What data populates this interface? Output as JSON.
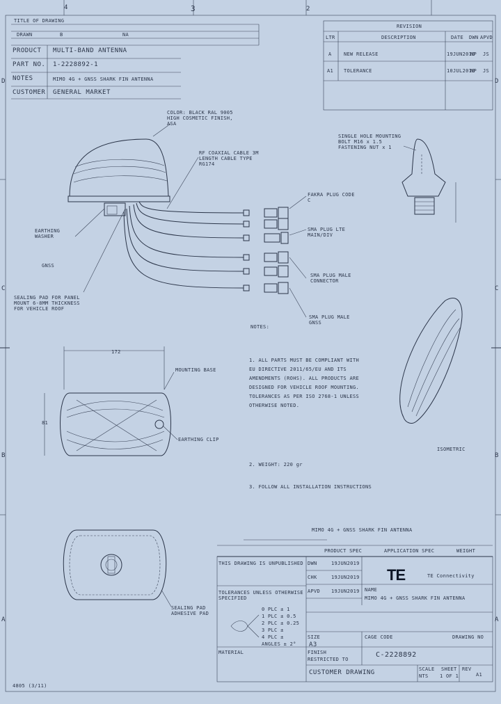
{
  "header_block": {
    "row1": "TITLE OF DRAWING",
    "row2_a": "DRAWN",
    "row2_b": "B",
    "row2_c": "NA",
    "product_label": "PRODUCT",
    "product_value": "MULTI-BAND ANTENNA",
    "part_label": "PART NO.",
    "part_value": "1-2228892-1",
    "notes_label": "NOTES",
    "notes_value": "MIMO 4G + GNSS SHARK FIN ANTENNA",
    "customer_label": "CUSTOMER",
    "customer_value": "GENERAL MARKET"
  },
  "revision_block": {
    "title": "REVISION",
    "col_ltr": "LTR",
    "col_desc": "DESCRIPTION",
    "col_date": "DATE",
    "col_dwn": "DWN",
    "col_apvd": "APVD",
    "rows": [
      {
        "ltr": "A",
        "desc": "NEW RELEASE",
        "date": "19JUN2019",
        "dwn": "NP",
        "apvd": "JS"
      },
      {
        "ltr": "A1",
        "desc": "TOLERANCE",
        "date": "10JUL2019",
        "dwn": "NP",
        "apvd": "JS"
      }
    ]
  },
  "grid_labels": {
    "top": [
      "4",
      "3",
      "2"
    ],
    "left": [
      "D",
      "C",
      "B",
      "A"
    ],
    "right": [
      "D",
      "C",
      "B",
      "A"
    ]
  },
  "callouts": {
    "radome": "COLOR: BLACK RAL 9005 HIGH COSMETIC FINISH, ASA",
    "cable": "RF COAXIAL CABLE 3M LENGTH CABLE TYPE RG174",
    "mount_bolt": "SINGLE HOLE MOUNTING BOLT M16 x 1.5 FASTENING NUT x 1",
    "earthing": "EARTHING WASHER",
    "gnss": "GNSS",
    "sealing": "SEALING PAD FOR PANEL MOUNT 6-8MM THICKNESS FOR VEHICLE ROOF",
    "fakra": "FAKRA PLUG CODE C",
    "sma_lte": "SMA PLUG LTE MAIN/DIV",
    "sma_male": "SMA PLUG MALE CONNECTOR",
    "sma_female": "SMA PLUG MALE GNSS",
    "notes_title": "NOTES:",
    "note1": "1. ALL PARTS MUST BE COMPLIANT WITH EU DIRECTIVE 2011/65/EU AND ITS AMENDMENTS (ROHS). ALL PRODUCTS ARE DESIGNED FOR VEHICLE ROOF MOUNTING. TOLERANCES AS PER ISO 2768-1 UNLESS OTHERWISE NOTED.",
    "note2": "2. WEIGHT: 220 gr",
    "note3": "3. FOLLOW ALL INSTALLATION INSTRUCTIONS",
    "dim_width": "172",
    "dim_height": "81",
    "mounting_base": "MOUNTING BASE",
    "earthing_clip": "EARTHING CLIP",
    "iso_view": "ISOMETRIC",
    "pad_label": "SEALING PAD ADHESIVE PAD"
  },
  "title_block": {
    "line_top_left": "THIS DRAWING IS UNPUBLISHED",
    "line_top_right": "MIMO 4G + GNSS SHARK FIN ANTENNA",
    "line_top_ref": "PRODUCT SPEC",
    "line_top_ref2": "APPLICATION SPEC",
    "line_top_ref3": "WEIGHT",
    "company": "TE Connectivity",
    "logo": "TE",
    "name_label": "NAME",
    "name_value": "MIMO 4G + GNSS SHARK FIN ANTENNA",
    "size_label": "SIZE",
    "size_value": "A3",
    "cage": "CAGE CODE",
    "drawing_no_label": "DRAWING NO",
    "drawing_no": "C-2228892",
    "rest_label": "RESTRICTED TO",
    "customer_drawing": "CUSTOMER DRAWING",
    "scale_label": "SCALE",
    "scale_value": "NTS",
    "sheet_label": "SHEET",
    "sheet_value": "1 OF 1",
    "rev_label": "REV",
    "rev_value": "A1",
    "tol_title": "TOLERANCES UNLESS OTHERWISE SPECIFIED",
    "tol_rows": [
      "0 PLC ± 1",
      "1 PLC ± 0.5",
      "2 PLC ± 0.25",
      "3 PLC ±",
      "4 PLC ±",
      "ANGLES ± 2°"
    ],
    "material": "MATERIAL",
    "finish": "FINISH",
    "dwn": "DWN",
    "chk": "CHK",
    "appd": "APVD",
    "dwn_date": "19JUN2019",
    "chk_date": "19JUN2019",
    "appd_date": "19JUN2019"
  },
  "footer": {
    "form": "4805 (3/11)"
  }
}
